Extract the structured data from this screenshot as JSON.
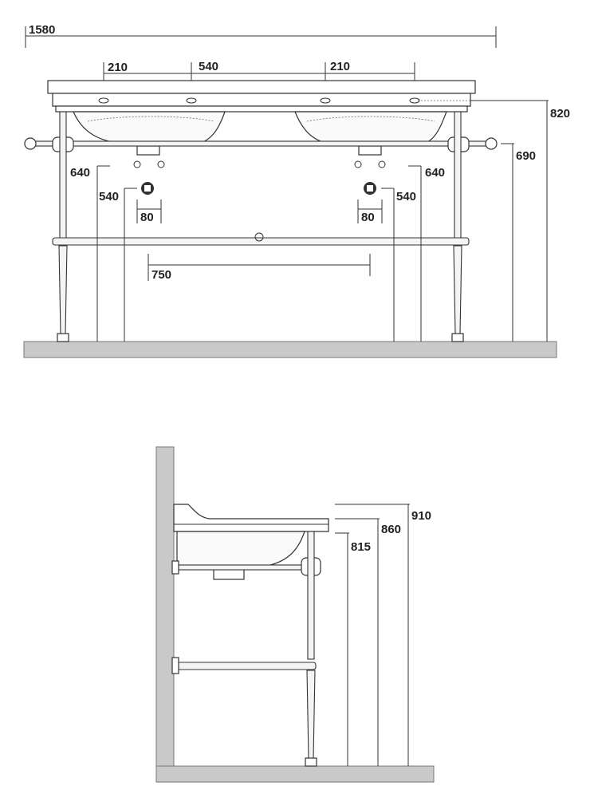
{
  "front_view": {
    "overall_width": "1580",
    "tap_hole_left": "210",
    "tap_hole_spacing": "540",
    "tap_hole_right": "210",
    "height_top": "820",
    "height_rail": "690",
    "waste_height_left": "640",
    "waste_height_right": "640",
    "supply_height_left": "540",
    "supply_height_right": "540",
    "supply_spacing_left": "80",
    "supply_spacing_right": "80",
    "leg_spacing": "750"
  },
  "side_view": {
    "height_top": "910",
    "height_rim": "860",
    "height_bowl": "815"
  }
}
